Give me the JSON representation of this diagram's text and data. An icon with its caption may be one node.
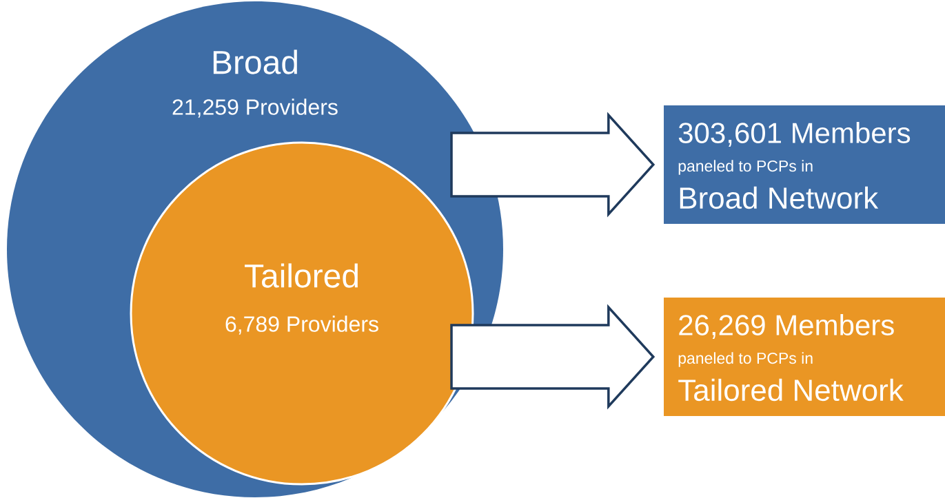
{
  "diagram": {
    "nodes": [
      {
        "text": [
          "Broad",
          "21,259 Providers"
        ]
      },
      {
        "text": [
          "Tailored",
          "6,789  Providers"
        ],
        "in": 0
      },
      {
        "text": [
          "303,601 Members",
          "paneled to PCPs in",
          "Broad Network"
        ]
      },
      {
        "text": [
          "26,269 Members",
          "paneled to PCPs in",
          "Tailored Network"
        ]
      }
    ],
    "edges": [
      {
        "from": 0,
        "to": 2,
        "arrow": "to"
      },
      {
        "from": 1,
        "to": 3,
        "arrow": "to"
      }
    ]
  }
}
